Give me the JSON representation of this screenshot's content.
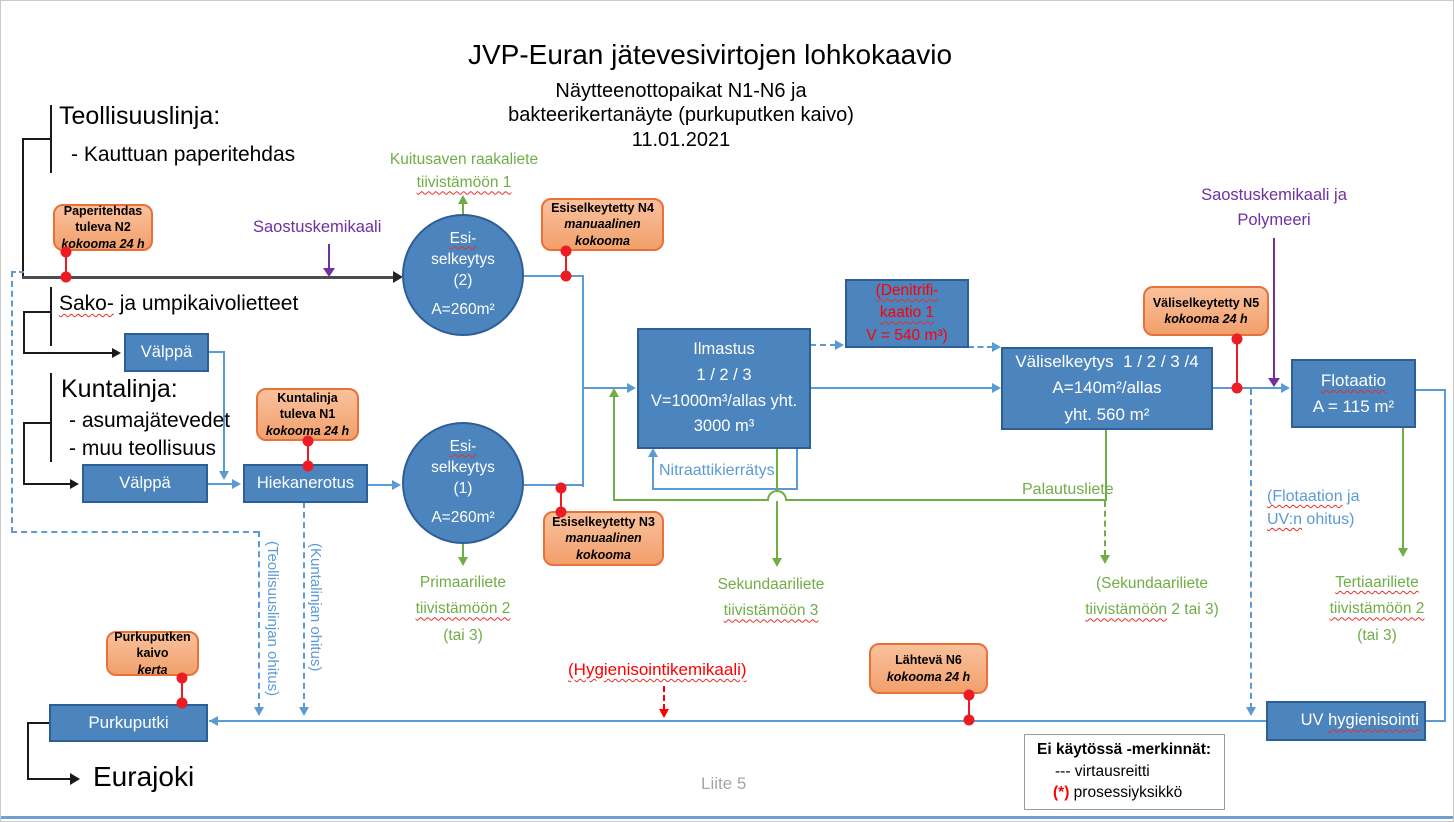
{
  "slide": {
    "title": "JVP-Euran jätevesivirtojen lohkokaavio",
    "subtitle1": "Näytteenottopaikat N1-N6 ja",
    "subtitle2": "bakteerikertanäyte (purkuputken kaivo)",
    "date": "11.01.2021",
    "footer": "Liite 5"
  },
  "headings": {
    "industrial_line": "Teollisuuslinja:",
    "industrial_sub": "- Kauttuan paperitehdas",
    "septic_sq": "Sako-",
    "septic_rest": " ja umpikaivolietteet",
    "municipal_line": "Kuntalinja:",
    "municipal_sub1": "- asumajätevedet",
    "municipal_sub2": "- muu teollisuus",
    "river": "Eurajoki"
  },
  "units": {
    "valppa_top": "Välppä",
    "valppa_bottom": "Välppä",
    "hiekanerotus": "Hiekanerotus",
    "esiselkeytys2": {
      "l1": "Esi-",
      "l2": "selkeytys",
      "l3": "(2)",
      "l4": "A=260m²"
    },
    "esiselkeytys1": {
      "l1": "Esi-",
      "l2": "selkeytys",
      "l3": "(1)",
      "l4": "A=260m²"
    },
    "ilmastus": {
      "l1": "Ilmastus",
      "l2": "1 / 2 / 3",
      "l3": "V=1000m³/allas yht.",
      "l4": "3000 m³"
    },
    "denitrifikaatio": {
      "l1": "(Denitrifi-",
      "l2": "kaatio 1",
      "l3": "V = 540 m³)"
    },
    "valiselkeytys": {
      "l1": "Väliselkeytys  1 / 2 / 3 /4",
      "l2": "A=140m²/allas",
      "l3": "yht. 560 m²"
    },
    "flotaatio": {
      "l1": "Flotaatio",
      "l2": "A = 115 m²"
    },
    "uv_prefix": "UV ",
    "uv_word": "hygienisointi",
    "purkuputki": "Purkuputki"
  },
  "samples": {
    "n2": {
      "l1": "Paperitehdas",
      "l2": "tuleva N2",
      "l3": "kokooma 24 h"
    },
    "n4": {
      "l1": "Esiselkeytetty N4",
      "l2": "manuaalinen",
      "l3": "kokooma"
    },
    "n1": {
      "l1": "Kuntalinja",
      "l2": "tuleva N1",
      "l3": "kokooma 24 h"
    },
    "n3": {
      "l1": "Esiselkeytetty N3",
      "l2": "manuaalinen",
      "l3": "kokooma"
    },
    "n5": {
      "l1": "Väliselkeytetty N5",
      "l2": "kokooma 24 h"
    },
    "n6": {
      "l1": "Lähtevä N6",
      "l2": "kokooma 24 h"
    },
    "kaivo": {
      "l1": "Purkuputken",
      "l2": "kaivo",
      "l3": "kerta"
    }
  },
  "chemicals": {
    "saostus": "Saostuskemikaali",
    "saostus_polymeeri1": "Saostuskemikaali ja",
    "saostus_polymeeri2": "Polymeeri",
    "hygienisointi": "(Hygienisointikemikaali)"
  },
  "sludge": {
    "kuitusavi1": "Kuitusaven raakaliete",
    "kuitusavi2": "tiivistämöön 1",
    "primaari1": "Primaariliete",
    "primaari2": "tiivistämöön 2",
    "primaari3": "(tai 3)",
    "sekundaari1": "Sekundaariliete",
    "sekundaari2": "tiivistämöön 3",
    "sekundaari_alt1": "(Sekundaariliete",
    "sekundaari_alt2a": "tiivistämöön",
    "sekundaari_alt2b": " 2 tai 3)",
    "tertiaari1": "Tertiaariliete",
    "tertiaari2": "tiivistämöön 2",
    "tertiaari3": "(tai 3)",
    "palautusliete": "Palautusliete"
  },
  "flows": {
    "nitraattikierratys": "Nitraattikierrätys",
    "flotaatio_ohitus1a": "(Flotaation",
    "flotaatio_ohitus1b": " ja",
    "flotaatio_ohitus2a": "UV:n",
    "flotaatio_ohitus2b": " ohitus)",
    "teollisuus_ohitus": "(Teollisuuslinjan ohitus)",
    "kunta_ohitus": "(Kuntalinjan ohitus)"
  },
  "legend": {
    "title": "Ei käytössä -merkinnät:",
    "item1_dash": "---",
    "item1": "  virtausreitti",
    "item2_star": "(*)",
    "item2": " prosessiyksikkö"
  },
  "colors": {
    "process_blue": "#4C84BD",
    "process_border": "#2E5E96",
    "flow_blue": "#5B9BD5",
    "sample_orange": "#F4A970",
    "sample_border": "#E8713A",
    "sludge_green": "#70AD47",
    "chemical_purple": "#7030A0",
    "alert_red": "#FF0000",
    "connector_red": "#EC1C24",
    "industrial_gray": "#4D4D4D"
  }
}
